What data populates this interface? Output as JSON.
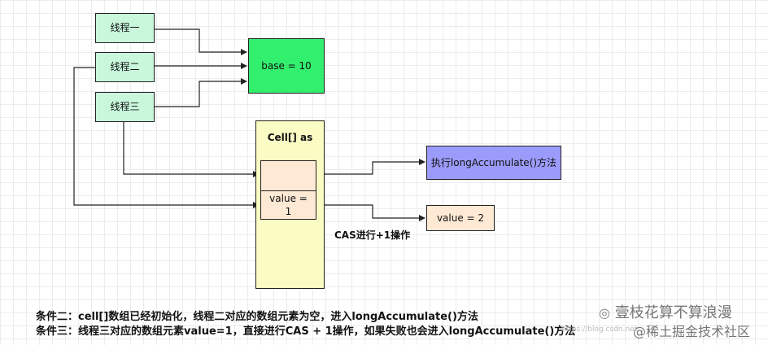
{
  "threads": [
    "线程一",
    "线程二",
    "线程三"
  ],
  "base_label": "base = 10",
  "cells_title": "Cell[] as",
  "cell_value": "value =\n1",
  "exec_label": "执行longAccumulate()方法",
  "value_label": "value = 2",
  "cas_label": "CAS进行+1操作",
  "conditions": [
    "条件二：cell[]数组已经初始化，线程二对应的数组元素为空，进入longAccumulate()方法",
    "条件三：线程三对应的数组元素value=1，直接进行CAS + 1操作，如果失败也会进入longAccumulate()方法"
  ],
  "watermark": {
    "brand": "壹枝花算不算浪漫",
    "site": "@稀土掘金技术社区",
    "url": "https://blog.csdn.net"
  },
  "colors": {
    "thread": "#c8f7dc",
    "base": "#33ef6e",
    "cells": "#fbfbc4",
    "cell": "#fde9d4",
    "exec": "#9b9bfb"
  }
}
